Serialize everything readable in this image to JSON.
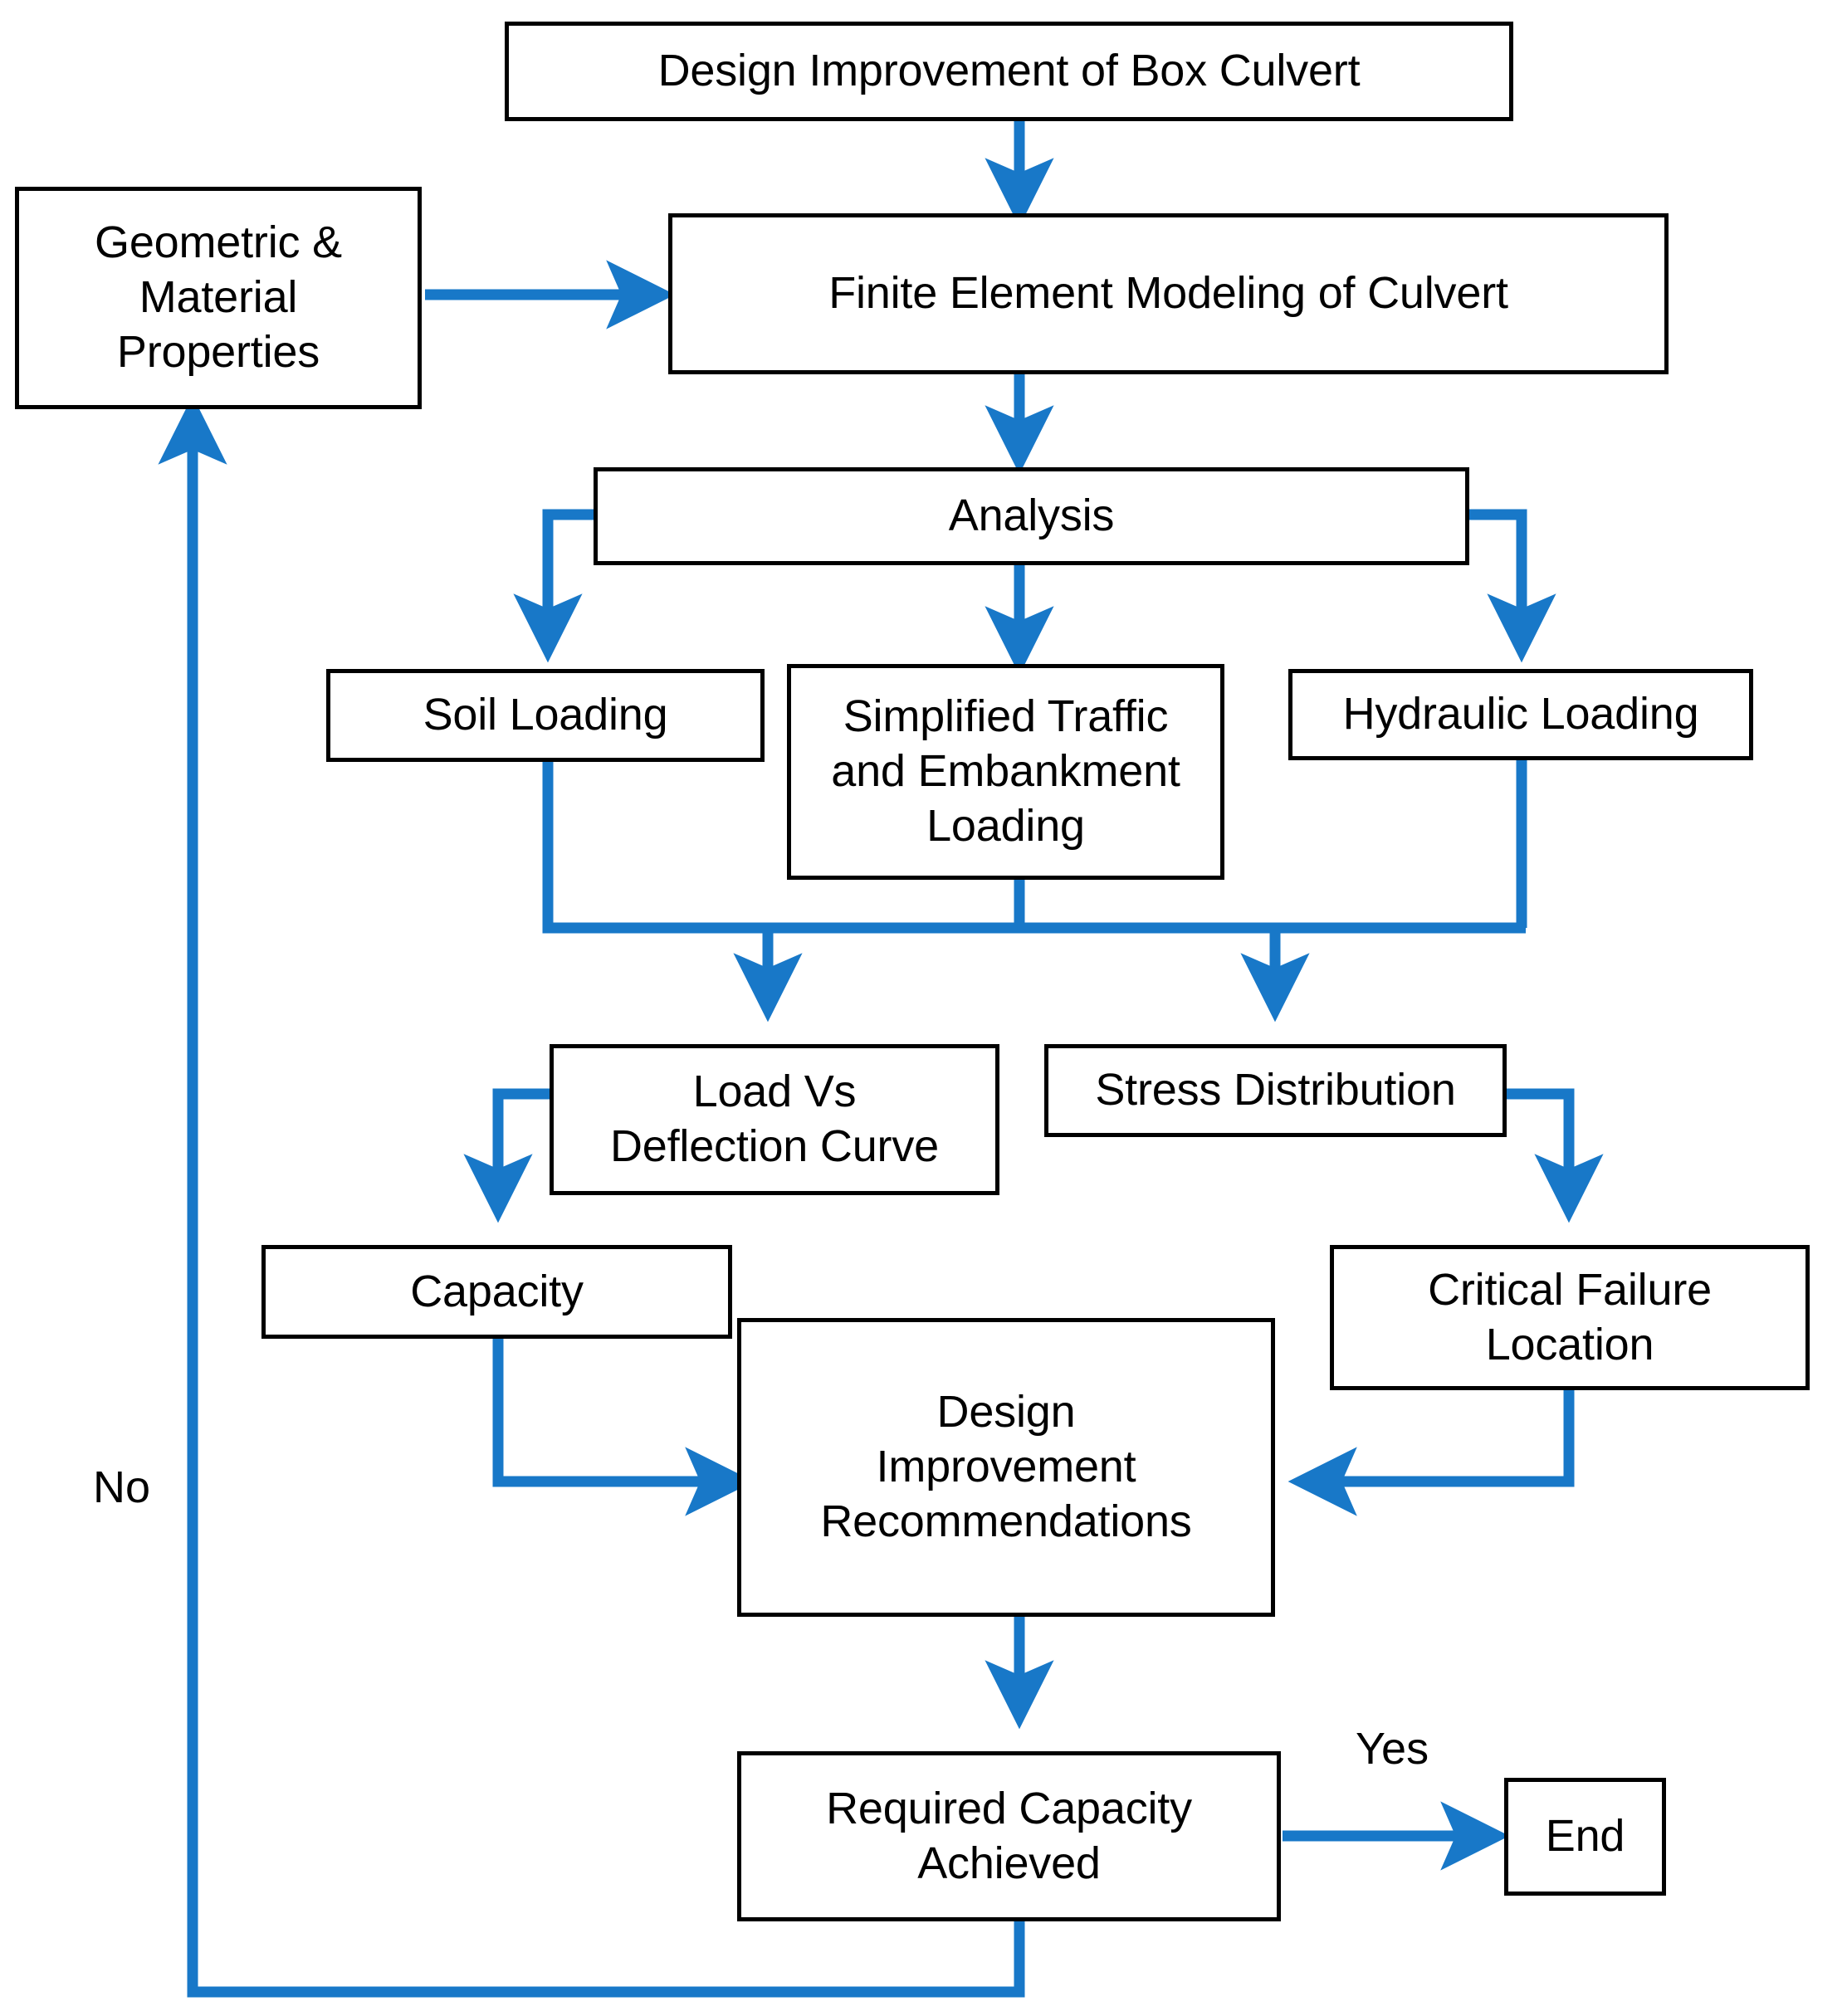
{
  "diagram": {
    "title": "Design Improvement of Box Culvert flowchart",
    "accent_color": "#1878C8",
    "line_color": "#000000",
    "background": "#ffffff",
    "nodes": [
      {
        "id": "start",
        "label": "Design Improvement of Box Culvert"
      },
      {
        "id": "geometric",
        "label": "Geometric &\nMaterial\nProperties"
      },
      {
        "id": "fem",
        "label": "Finite Element Modeling of Culvert"
      },
      {
        "id": "analysis",
        "label": "Analysis"
      },
      {
        "id": "soil",
        "label": "Soil Loading"
      },
      {
        "id": "traffic",
        "label": "Simplified Traffic\nand Embankment\nLoading"
      },
      {
        "id": "hydraulic",
        "label": "Hydraulic Loading"
      },
      {
        "id": "loadcurve",
        "label": "Load Vs\nDeflection Curve"
      },
      {
        "id": "stress",
        "label": "Stress Distribution"
      },
      {
        "id": "capacity",
        "label": "Capacity"
      },
      {
        "id": "critical",
        "label": "Critical Failure\nLocation"
      },
      {
        "id": "recommend",
        "label": "Design\nImprovement\nRecommendations"
      },
      {
        "id": "required",
        "label": "Required Capacity\nAchieved"
      },
      {
        "id": "end",
        "label": "End"
      }
    ],
    "edge_labels": [
      {
        "id": "no",
        "label": "No"
      },
      {
        "id": "yes",
        "label": "Yes"
      }
    ]
  }
}
